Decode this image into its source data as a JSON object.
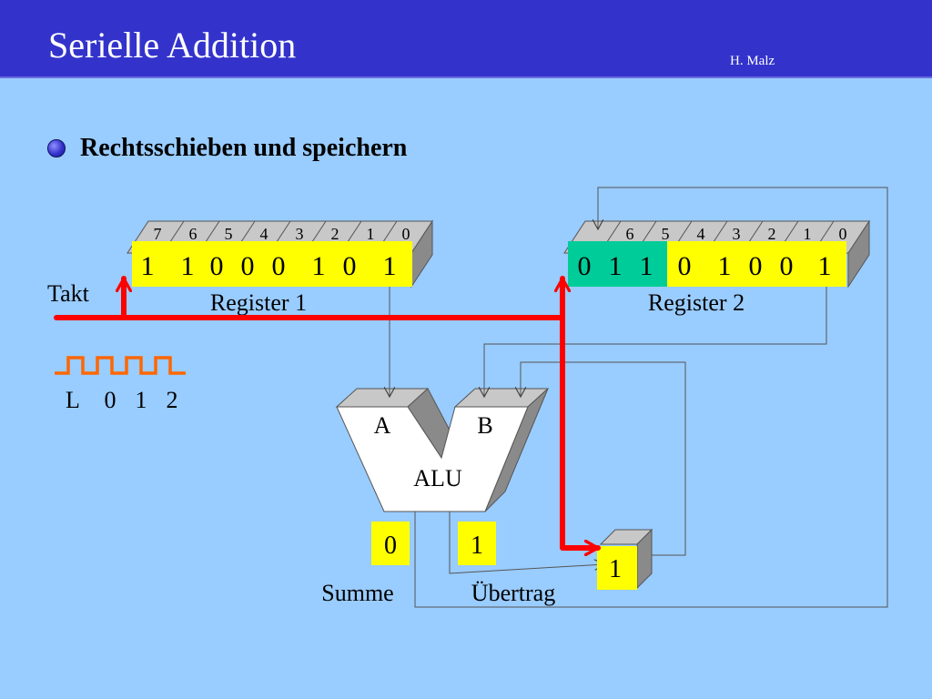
{
  "header": {
    "title": "Serielle Addition",
    "author": "H. Malz",
    "background": "#3333cc"
  },
  "bullet": {
    "icon": "bullet-circle-icon",
    "text": "Rechtsschieben und speichern"
  },
  "register1": {
    "name": "Register 1",
    "indices": [
      "7",
      "6",
      "5",
      "4",
      "3",
      "2",
      "1",
      "0"
    ],
    "bits": [
      "1",
      "1",
      "0",
      "0",
      "0",
      "1",
      "0",
      "1"
    ]
  },
  "register2": {
    "name": "Register 2",
    "indices": [
      "6",
      "5",
      "4",
      "3",
      "2",
      "1",
      "0"
    ],
    "bits": [
      "0",
      "1",
      "1",
      "0",
      "1",
      "0",
      "0",
      "1"
    ],
    "highlighted_count": 3
  },
  "clock": {
    "label": "Takt",
    "states": [
      "L",
      "0",
      "1",
      "2"
    ]
  },
  "alu": {
    "name": "ALU",
    "input_a": "A",
    "input_b": "B",
    "sum_label": "Summe",
    "sum_value": "0",
    "carry_label": "Übertrag",
    "carry_value": "1"
  },
  "carry_flipflop": {
    "value": "1"
  },
  "colors": {
    "background": "#99ccff",
    "register_box": "#ffff00",
    "highlight": "#00cc99",
    "clock_line": "#ff0000",
    "clock_signal": "#ff6600",
    "block_gray": "#a8a8a8"
  }
}
